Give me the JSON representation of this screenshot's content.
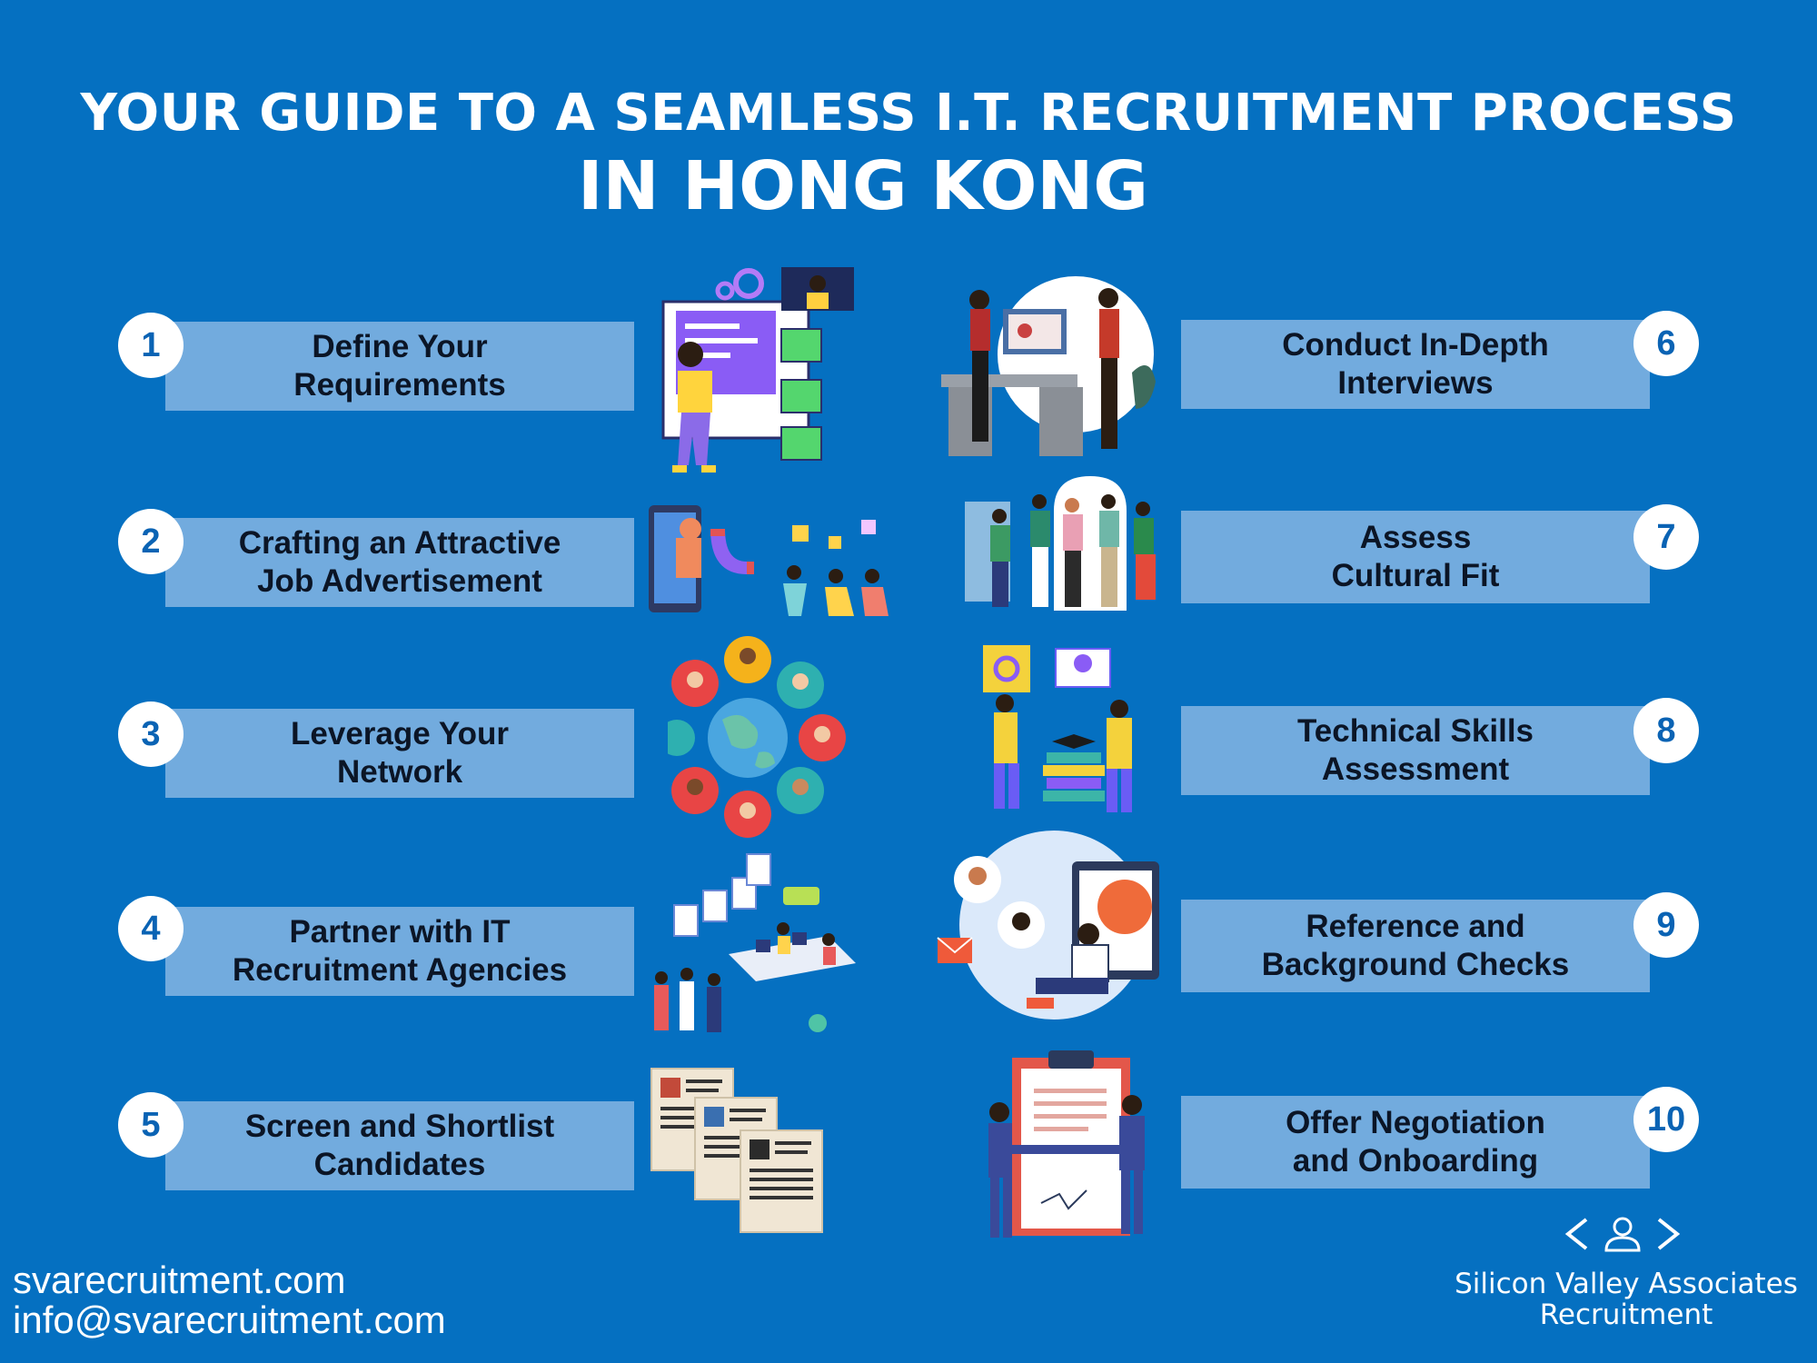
{
  "header": {
    "line1": "YOUR GUIDE TO A SEAMLESS I.T. RECRUITMENT PROCESS",
    "line2": "IN HONG KONG"
  },
  "colors": {
    "background": "#0570c1",
    "bar": "#72abde",
    "number": "#0a63b4"
  },
  "steps": [
    {
      "number": "1",
      "label": "Define Your\nRequirements",
      "icon": "whiteboard-planning-icon"
    },
    {
      "number": "2",
      "label": "Crafting an Attractive\nJob Advertisement",
      "icon": "magnet-attract-icon"
    },
    {
      "number": "3",
      "label": "Leverage Your\nNetwork",
      "icon": "globe-network-icon"
    },
    {
      "number": "4",
      "label": "Partner with IT\nRecruitment Agencies",
      "icon": "office-team-icon"
    },
    {
      "number": "5",
      "label": "Screen and Shortlist\nCandidates",
      "icon": "resume-stack-icon"
    },
    {
      "number": "6",
      "label": "Conduct In-Depth\nInterviews",
      "icon": "interview-icon"
    },
    {
      "number": "7",
      "label": "Assess\nCultural Fit",
      "icon": "team-group-icon"
    },
    {
      "number": "8",
      "label": "Technical Skills\nAssessment",
      "icon": "skills-tools-icon"
    },
    {
      "number": "9",
      "label": "Reference and\nBackground Checks",
      "icon": "communication-icon"
    },
    {
      "number": "10",
      "label": "Offer Negotiation\nand Onboarding",
      "icon": "handshake-contract-icon"
    }
  ],
  "footer": {
    "website": "svarecruitment.com",
    "email": "info@svarecruitment.com",
    "brand_line1": "Silicon Valley Associates",
    "brand_line2": "Recruitment",
    "logo_icon": "person-code-brackets-icon"
  }
}
